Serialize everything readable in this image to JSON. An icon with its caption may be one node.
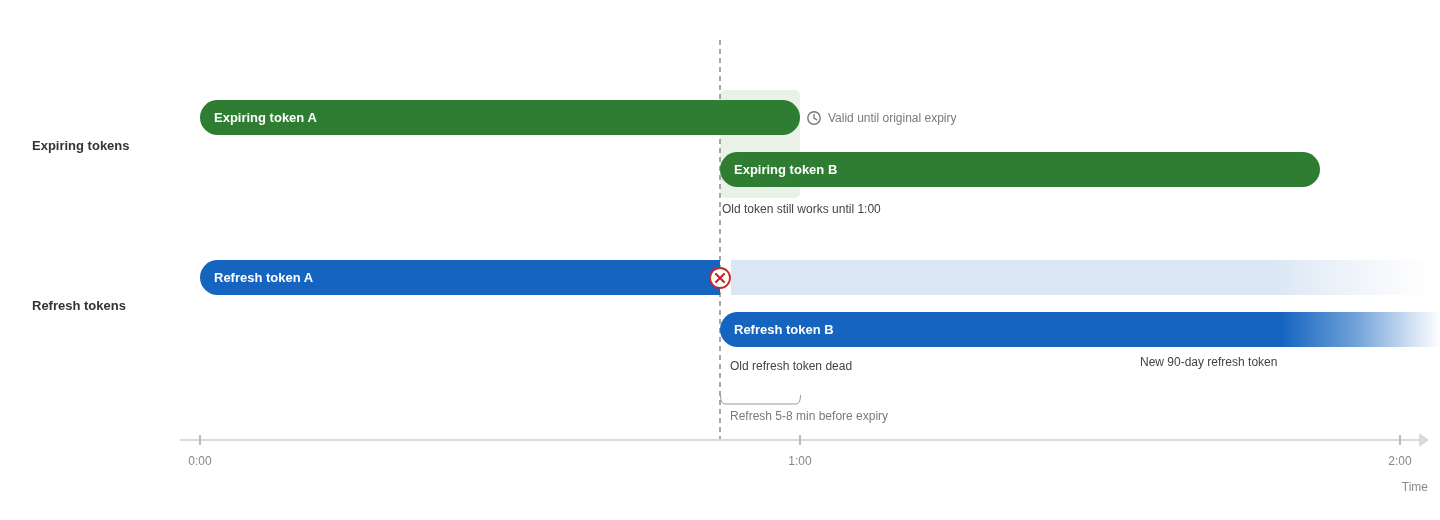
{
  "diagram": {
    "nodes": [
      {
        "text": [
          "Expiring token A"
        ],
        "beside": [
          "Valid until original expiry"
        ]
      },
      {
        "text": [
          "Expiring token B"
        ]
      },
      {
        "text": [
          "Refresh token A"
        ]
      },
      {
        "text": [],
        "shape": "bar"
      },
      {
        "text": [
          "Refresh token B"
        ],
        "beside": [
          "New 90-day refresh token"
        ]
      }
    ],
    "labels": [
      "Expiring tokens",
      "Old token still works until 1:00",
      "Refresh tokens",
      "Old refresh token dead",
      "Refresh 5-8 min before expiry",
      "0:00",
      "1:00",
      "2:00",
      "Time"
    ]
  }
}
